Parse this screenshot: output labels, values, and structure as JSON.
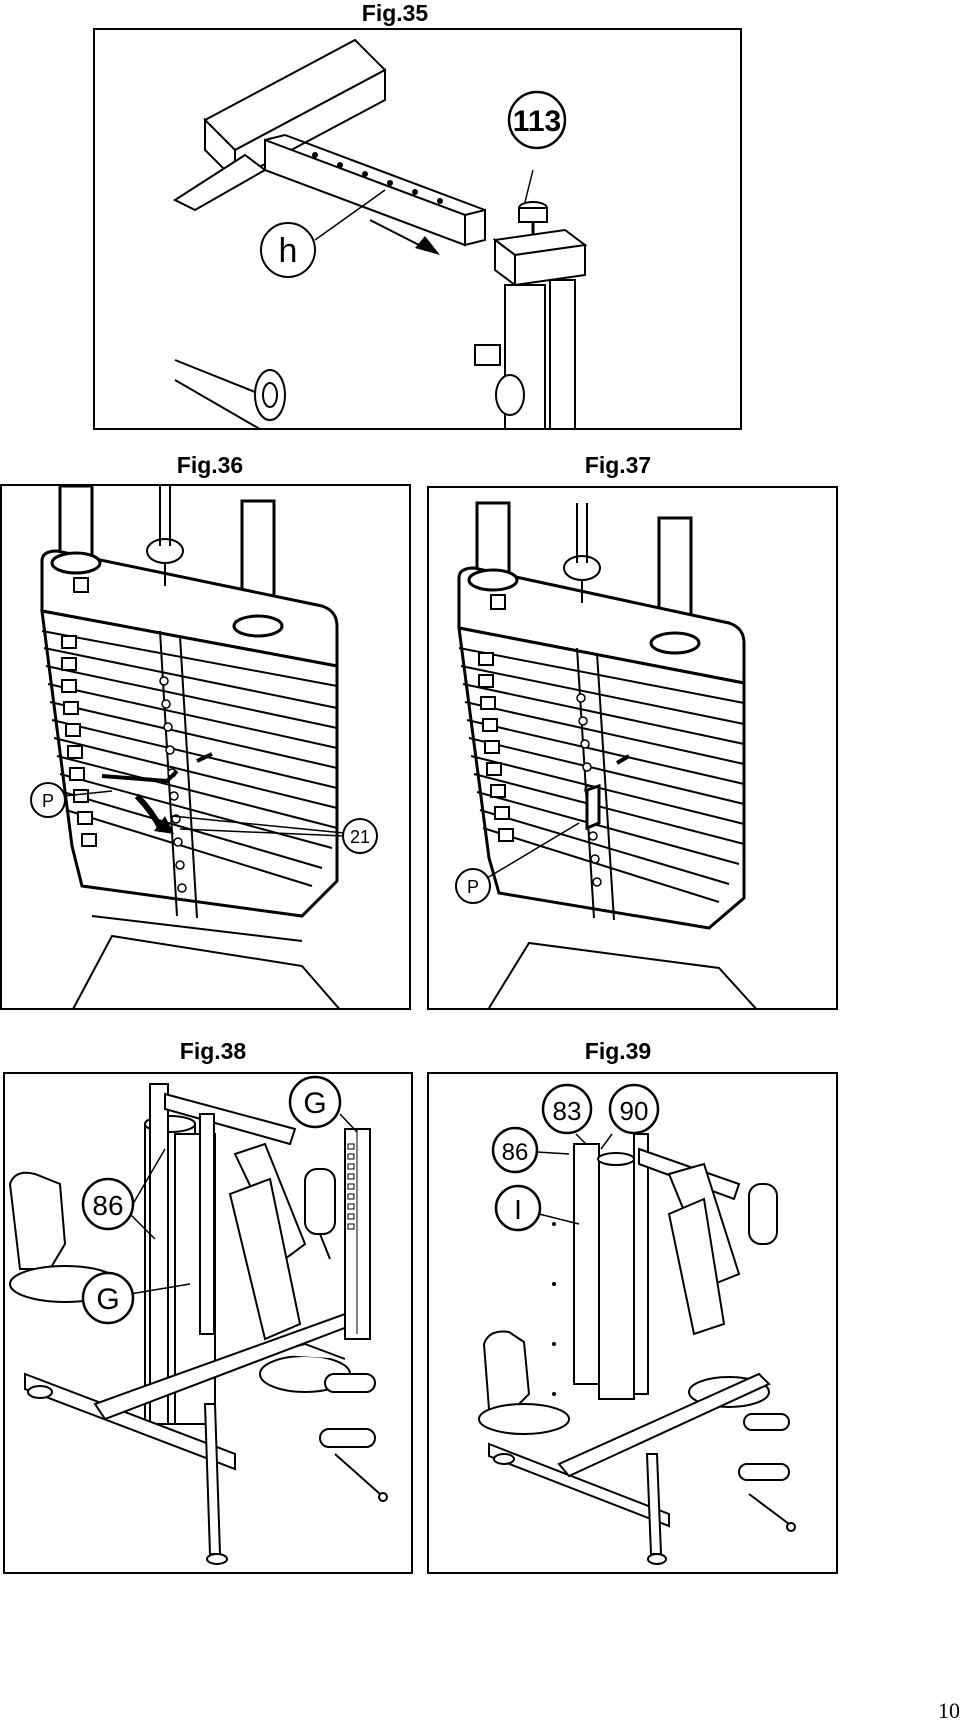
{
  "figures": [
    {
      "title": "Fig.35",
      "callouts": [
        "113",
        "h"
      ]
    },
    {
      "title": "Fig.36",
      "callouts": [
        "P",
        "21"
      ]
    },
    {
      "title": "Fig.37",
      "callouts": [
        "P"
      ]
    },
    {
      "title": "Fig.38",
      "callouts": [
        "G",
        "86",
        "G"
      ]
    },
    {
      "title": "Fig.39",
      "callouts": [
        "83",
        "90",
        "86",
        "I"
      ]
    }
  ],
  "page_number": "10"
}
